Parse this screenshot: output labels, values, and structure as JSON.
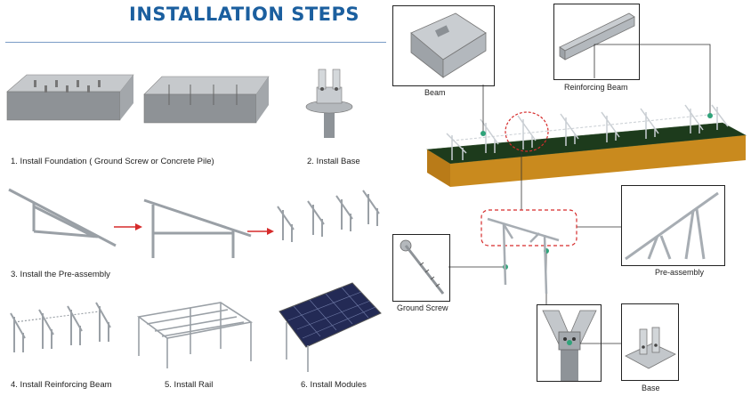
{
  "header": {
    "title": "INSTALLATION STEPS"
  },
  "steps": [
    {
      "label": "1. Install Foundation ( Ground Screw or Concrete Pile)"
    },
    {
      "label": "2. Install Base"
    },
    {
      "label": "3. Install the Pre-assembly"
    },
    {
      "label": "4. Install Reinforcing Beam"
    },
    {
      "label": "5. Install Rail"
    },
    {
      "label": "6. Install Modules"
    }
  ],
  "callouts": {
    "beam": "Beam",
    "reinforcing_beam": "Reinforcing Beam",
    "ground_screw": "Ground Screw",
    "pre_assembly": "Pre-assembly",
    "base": "Base"
  },
  "colors": {
    "title": "#1b5f9f",
    "arrow": "#d62b2b",
    "grass": "#1d3b1c",
    "soil": "#c98a1e",
    "metal": "#a7adb3",
    "connector": "#2fa37a",
    "panel": "#232a55"
  }
}
